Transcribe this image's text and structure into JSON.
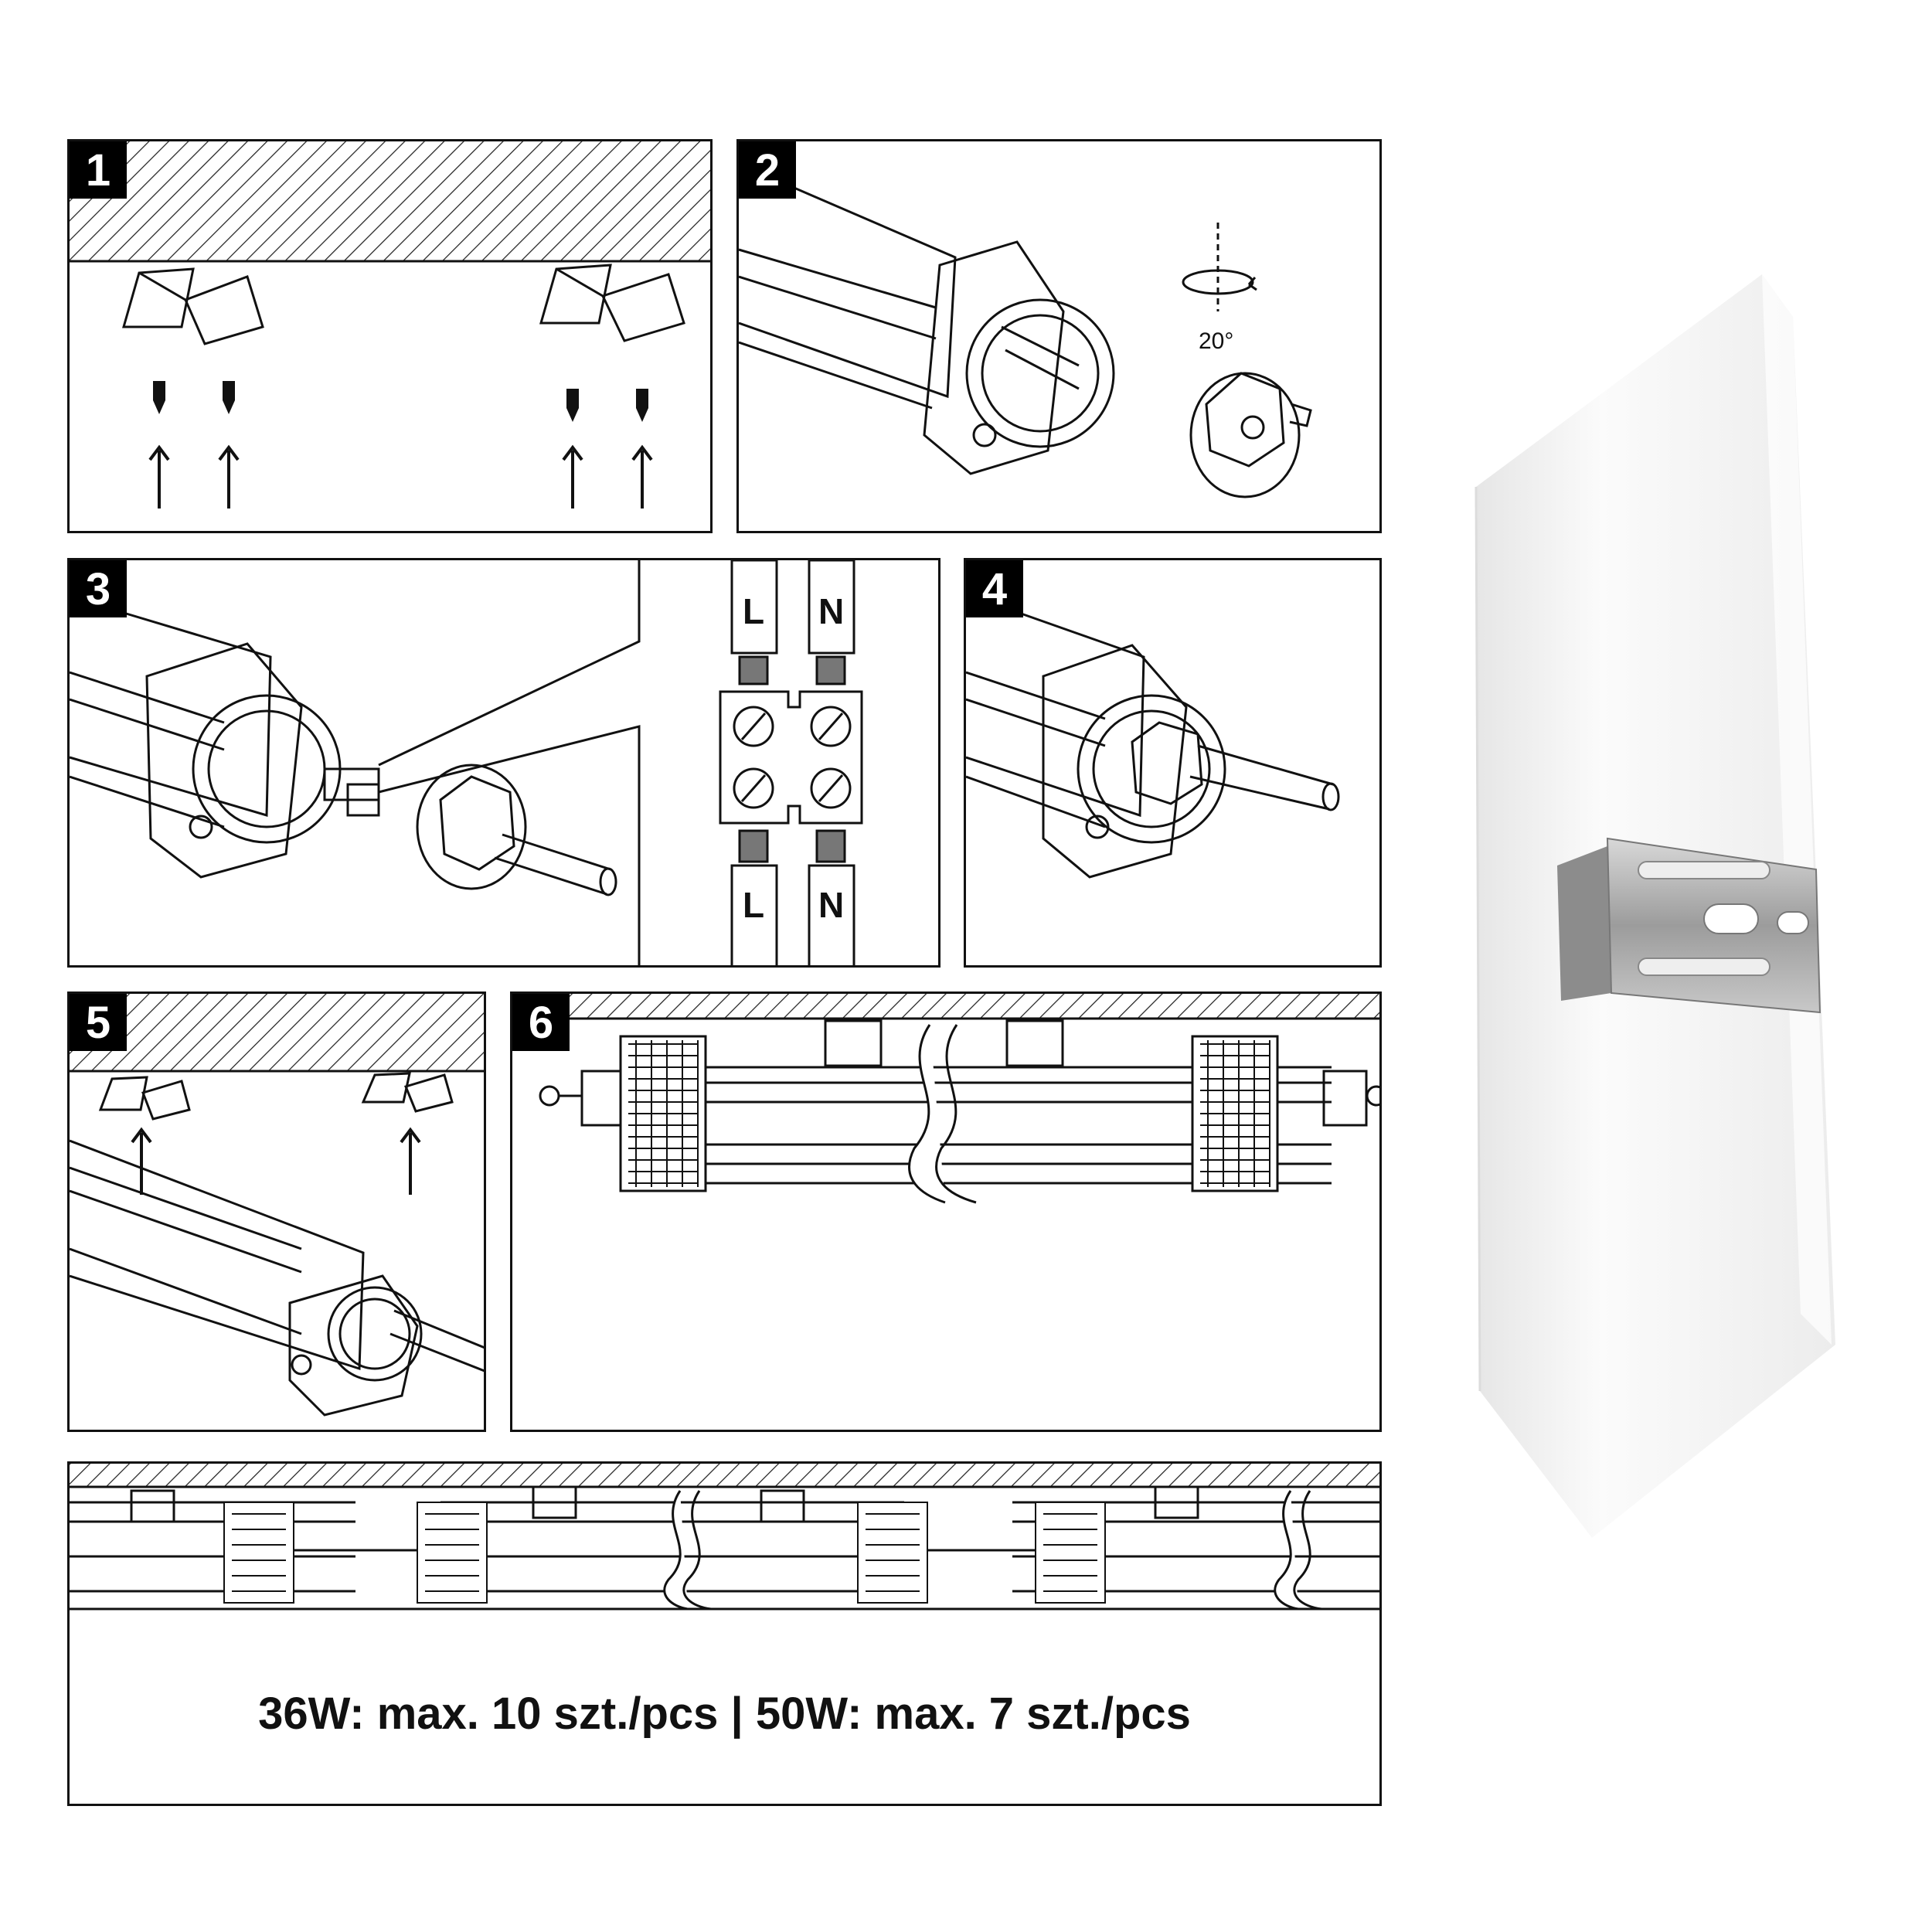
{
  "steps": [
    {
      "number": "1"
    },
    {
      "number": "2",
      "rotation_label": "20°"
    },
    {
      "number": "3",
      "terminal_labels": {
        "top_left": "L",
        "top_right": "N",
        "bottom_left": "L",
        "bottom_right": "N"
      }
    },
    {
      "number": "4"
    },
    {
      "number": "5"
    },
    {
      "number": "6"
    }
  ],
  "chain_caption": "36W: max. 10 szt./pcs | 50W: max. 7 szt./pcs",
  "colors": {
    "line": "#111111",
    "fill": "#ffffff",
    "photo_body": "#f4f4f4",
    "clip_metal": "#b8b8b8"
  }
}
